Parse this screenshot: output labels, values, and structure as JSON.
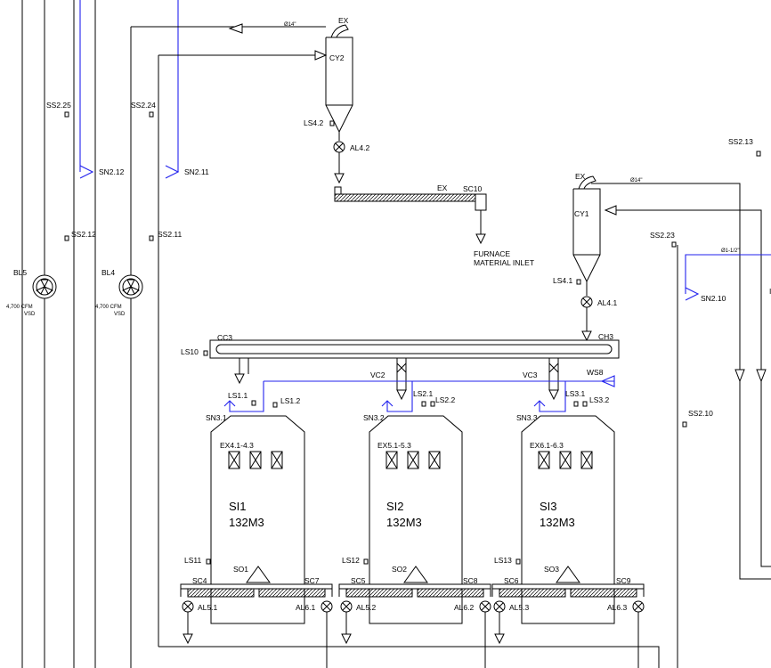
{
  "blowers": [
    {
      "tag": "BL5",
      "flow": "4,700 CFM",
      "drive": "VSD"
    },
    {
      "tag": "BL4",
      "flow": "4,700 CFM",
      "drive": "VSD"
    }
  ],
  "switches": [
    "SS2.25",
    "SS2.24",
    "SS2.12",
    "SS2.11",
    "SS2.13",
    "SS2.23",
    "SS2.10"
  ],
  "sensors": [
    "SN2.12",
    "SN2.11",
    "SN2.10",
    "SN3.1",
    "SN3.2",
    "SN3.3"
  ],
  "cyclones": [
    {
      "tag": "CY2",
      "exhaust": "EX",
      "duct": "Ø14\"",
      "level_switch": "LS4.2",
      "airlock": "AL4.2"
    },
    {
      "tag": "CY1",
      "exhaust": "EX",
      "duct": "Ø14\"",
      "level_switch": "LS4.1",
      "airlock": "AL4.1"
    }
  ],
  "pipe_right": "Ø1-1/2\"",
  "screw_conveyor": {
    "tag": "SC10",
    "exhaust": "EX"
  },
  "furnace": {
    "line1": "FURNACE",
    "line2": "MATERIAL INLET"
  },
  "chain_conveyor": {
    "tag": "CC3",
    "chute": "CH3",
    "level_switch": "LS10"
  },
  "valves": [
    "VC2",
    "VC3"
  ],
  "wind_sensor": "WS8",
  "silos": [
    {
      "tag": "SI1",
      "volume": "132M3",
      "exhaust": "EX4.1-4.3",
      "ls_a": "LS1.1",
      "ls_b": "LS1.2",
      "ls_low": "LS11",
      "outlet": "SO1",
      "sc_left": "SC4",
      "sc_right": "SC7",
      "al_left": "AL5.1",
      "al_right": "AL6.1"
    },
    {
      "tag": "SI2",
      "volume": "132M3",
      "exhaust": "EX5.1-5.3",
      "ls_a": "LS2.1",
      "ls_b": "LS2.2",
      "ls_low": "LS12",
      "outlet": "SO2",
      "sc_left": "SC5",
      "sc_right": "SC8",
      "al_left": "AL5.2",
      "al_right": "AL6.2"
    },
    {
      "tag": "SI3",
      "volume": "132M3",
      "exhaust": "EX6.1-6.3",
      "ls_a": "LS3.1",
      "ls_b": "LS3.2",
      "ls_low": "LS13",
      "outlet": "SO3",
      "sc_left": "SC6",
      "sc_right": "SC9",
      "al_left": "AL5.3",
      "al_right": "AL6.3"
    }
  ]
}
